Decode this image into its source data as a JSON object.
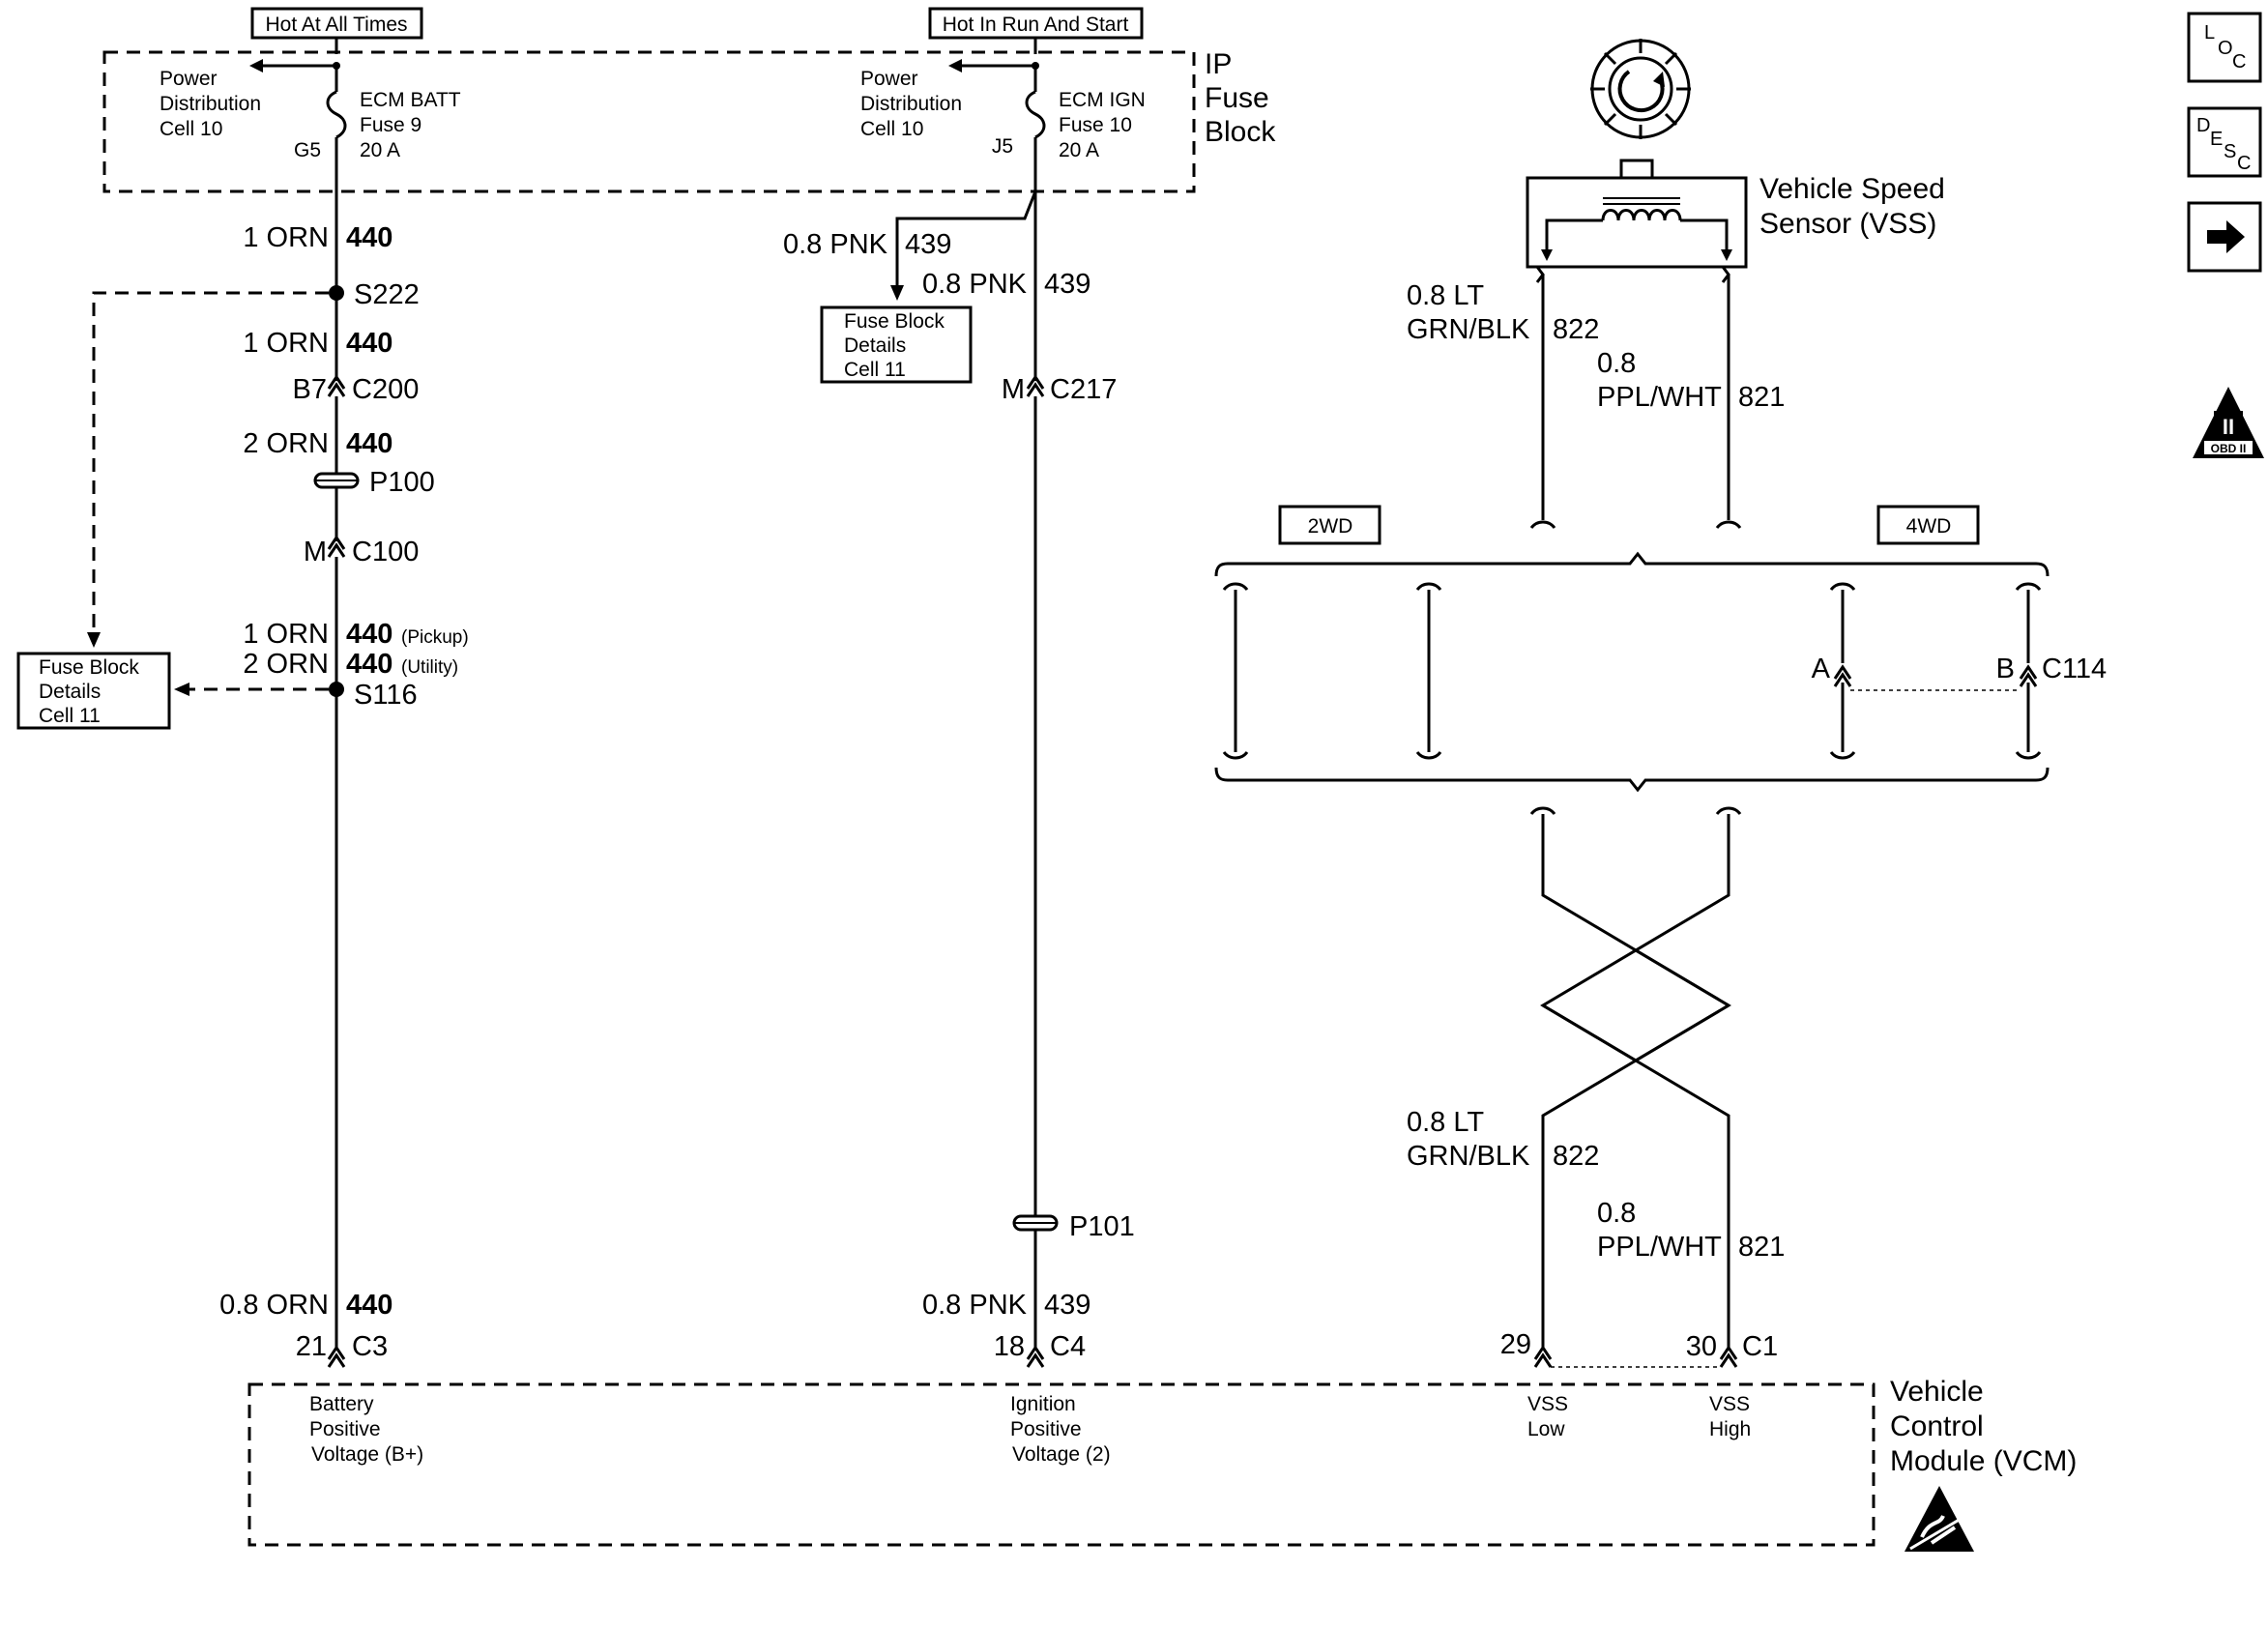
{
  "power_sources": {
    "hot_at_all_times": "Hot At All Times",
    "hot_in_run_and_start": "Hot In Run And Start"
  },
  "fuse_block": {
    "title_line1": "IP",
    "title_line2": "Fuse",
    "title_line3": "Block",
    "pd_left": [
      "Power",
      "Distribution",
      "Cell 10"
    ],
    "fuse_left": [
      "ECM BATT",
      "Fuse 9",
      "20 A"
    ],
    "fuse_left_terminal": "G5",
    "pd_right": [
      "Power",
      "Distribution",
      "Cell 10"
    ],
    "fuse_right": [
      "ECM IGN",
      "Fuse 10",
      "20 A"
    ],
    "fuse_right_terminal": "J5"
  },
  "left_circuit": {
    "w1_gauge": "1 ORN",
    "w1_circuit": "440",
    "splice1": "S222",
    "w2_gauge": "1 ORN",
    "w2_circuit": "440",
    "c200_pin": "B7",
    "c200": "C200",
    "w3_gauge": "2 ORN",
    "w3_circuit": "440",
    "p100": "P100",
    "c100_pin": "M",
    "c100": "C100",
    "w4_gauge": "1 ORN",
    "w4_circuit": "440",
    "w4_note": "(Pickup)",
    "w5_gauge": "2 ORN",
    "w5_circuit": "440",
    "w5_note": "(Utility)",
    "splice2": "S116",
    "fuse_details": [
      "Fuse Block",
      "Details",
      "Cell 11"
    ],
    "w6_gauge": "0.8 ORN",
    "w6_circuit": "440",
    "vcm_pin": "21",
    "vcm_conn": "C3"
  },
  "middle_circuit": {
    "w1_gauge": "0.8 PNK",
    "w1_circuit": "439",
    "w2_gauge": "0.8 PNK",
    "w2_circuit": "439",
    "fuse_details": [
      "Fuse Block",
      "Details",
      "Cell 11"
    ],
    "c217_pin": "M",
    "c217": "C217",
    "p101": "P101",
    "w3_gauge": "0.8 PNK",
    "w3_circuit": "439",
    "vcm_pin": "18",
    "vcm_conn": "C4"
  },
  "vss_circuit": {
    "sensor_line1": "Vehicle Speed",
    "sensor_line2": "Sensor (VSS)",
    "low_gauge_1": "0.8 LT",
    "low_color": "GRN/BLK",
    "low_circuit": "822",
    "high_gauge": "0.8",
    "high_color": "PPL/WHT",
    "high_circuit": "821",
    "option_2wd": "2WD",
    "option_4wd": "4WD",
    "c114_pin_a": "A",
    "c114_pin_b": "B",
    "c114": "C114",
    "vcm_pin_low": "29",
    "vcm_pin_high": "30",
    "vcm_conn": "C1"
  },
  "vcm": {
    "title": [
      "Vehicle",
      "Control",
      "Module (VCM)"
    ],
    "term_batt": [
      "Battery",
      "Positive",
      "Voltage (B+)"
    ],
    "term_ign": [
      "Ignition",
      "Positive",
      "Voltage (2)"
    ],
    "term_vss_low": [
      "VSS",
      "Low"
    ],
    "term_vss_high": [
      "VSS",
      "High"
    ]
  },
  "side_nav": {
    "loc": [
      "L",
      "O",
      "C"
    ],
    "desc": [
      "D",
      "E",
      "S",
      "C"
    ],
    "next_icon": "right-arrow-icon",
    "obd_label": "II",
    "obd_sub": "OBD II"
  }
}
